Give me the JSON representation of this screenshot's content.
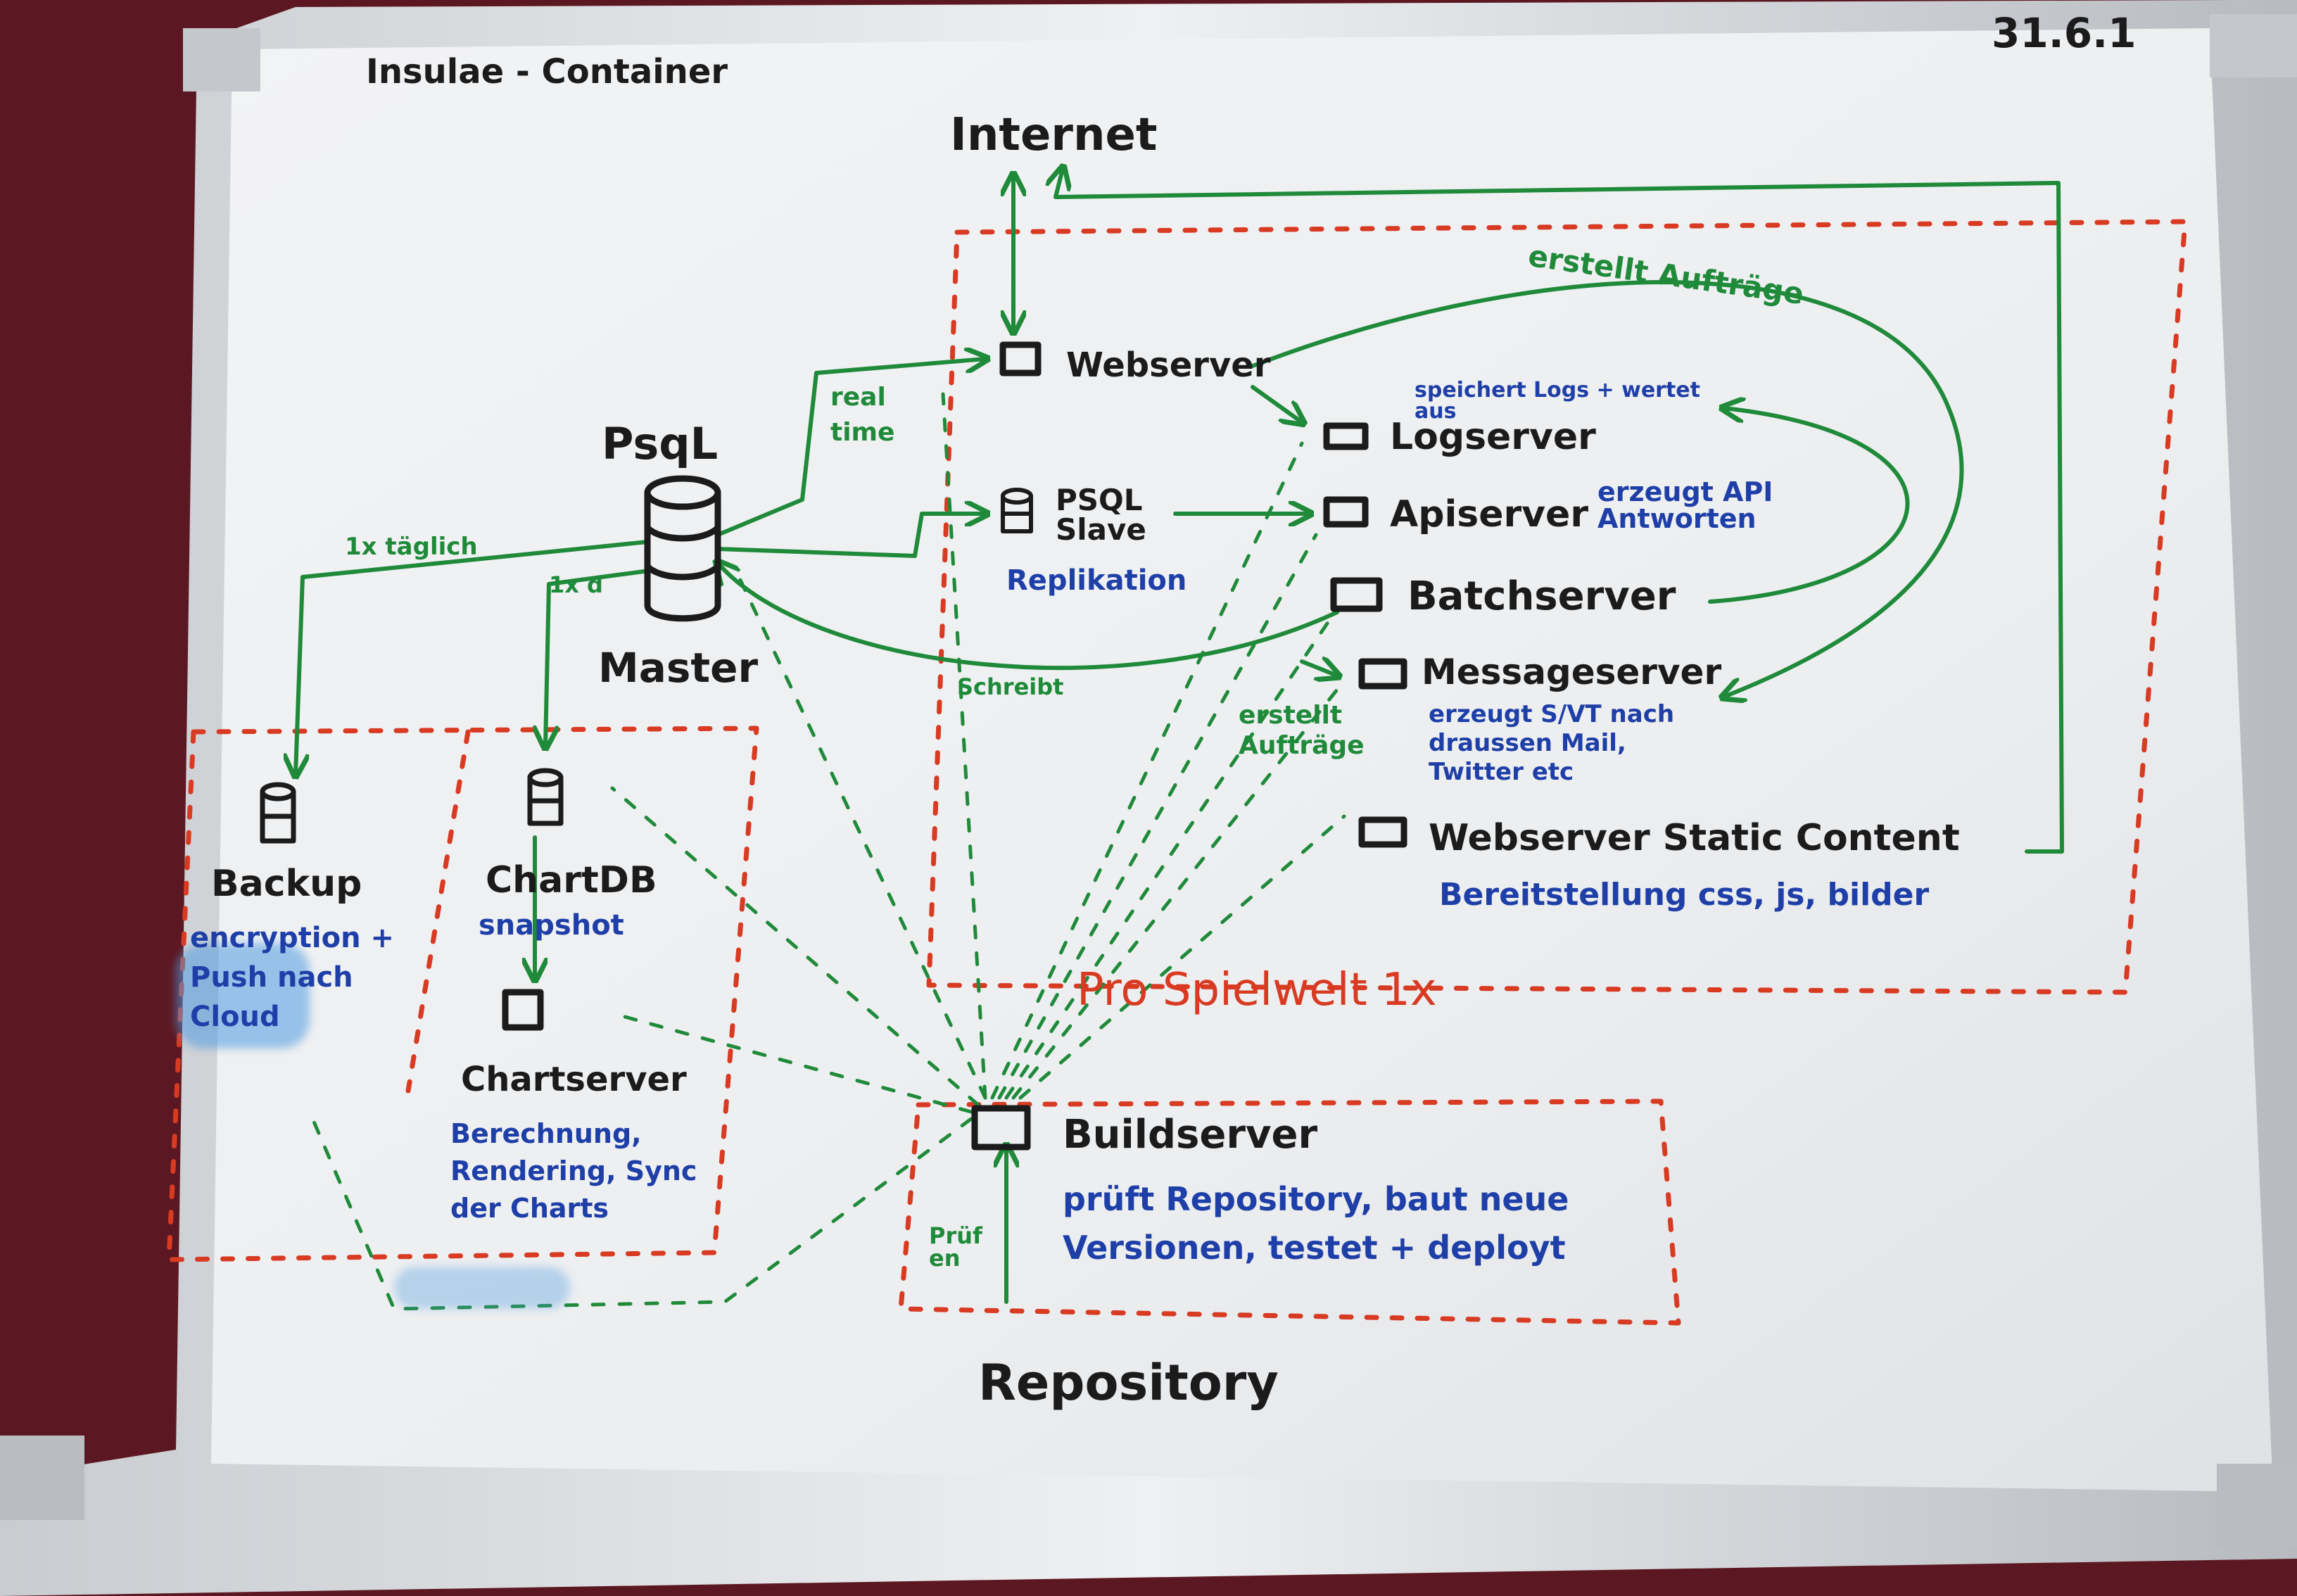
{
  "title": "Insulae - Container",
  "date": "31.6.1",
  "internet": "Internet",
  "psql": {
    "top": "PsqL",
    "bottom": "Master"
  },
  "servers": {
    "webserver": "Webserver",
    "psql_slave": "PSQL Slave",
    "replication": "Replikation",
    "logserver": "Logserver",
    "logserver_note": "speichert Logs + wertet aus",
    "apiserver": "Apiserver",
    "apiserver_note": "erzeugt API Antworten",
    "batchserver": "Batchserver",
    "messageserver": "Messageserver",
    "messageserver_note": "erzeugt S/VT nach draussen Mail, Twitter etc",
    "static": "Webserver Static Content",
    "static_note": "Bereitstellung css, js, bilder"
  },
  "edges": {
    "realtime": "real time",
    "erstellt_auftraege": "erstellt Aufträge",
    "schreibt": "Schreibt",
    "erstellt_auftraege_2": "erstellt Aufträge",
    "taeglich": "1x täglich",
    "xd": "1x d",
    "pruefen": "Prüf en"
  },
  "backup": {
    "label": "Backup",
    "note": "encryption + Push nach Cloud"
  },
  "chartdb": {
    "label": "ChartDB",
    "note": "snapshot"
  },
  "chartserver": {
    "label": "Chartserver",
    "note": "Berechnung, Rendering, Sync der Charts"
  },
  "buildserver": {
    "label": "Buildserver",
    "note": "prüft Repository, baut neue Versionen, testet + deployt"
  },
  "repository": "Repository",
  "pro_spielwelt": "Pro Spielwelt 1x",
  "colors": {
    "green": "#1f8a3a",
    "red": "#d83a22",
    "blue": "#1f3fa8",
    "black": "#1b1b1b"
  }
}
